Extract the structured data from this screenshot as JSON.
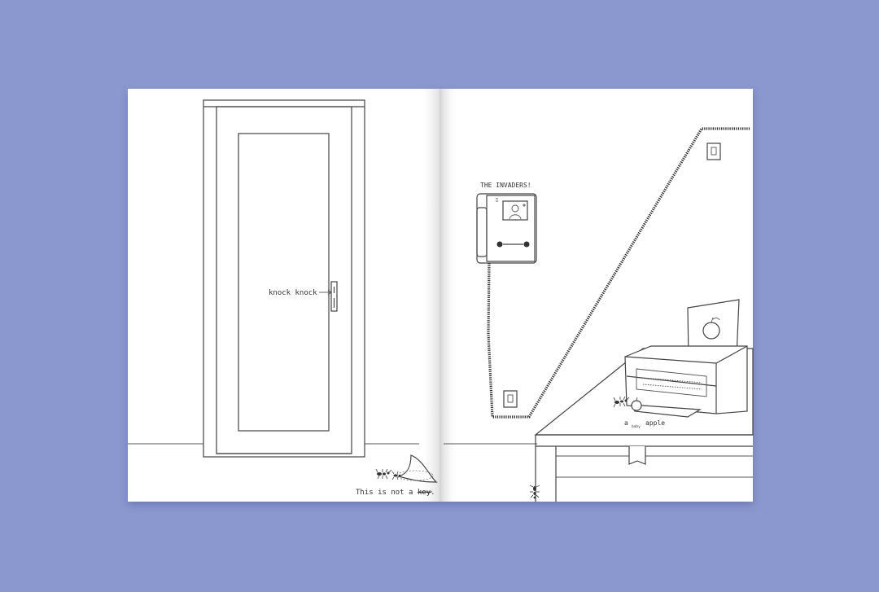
{
  "colors": {
    "background": "#8b97cf",
    "paper": "#ffffff",
    "ink": "#444444"
  },
  "left_page": {
    "door_label": "knock knock",
    "caption_prefix": "This is not a",
    "caption_struck_word": "key",
    "caption_suffix": "."
  },
  "right_page": {
    "intercom_label": "THE INVADERS!",
    "printer_label_a": "a",
    "printer_label_small": "baby",
    "printer_label_apple": "apple"
  },
  "icons": [
    "door",
    "intercom",
    "coiled-cable",
    "light-switch",
    "printer",
    "apple",
    "ant"
  ]
}
